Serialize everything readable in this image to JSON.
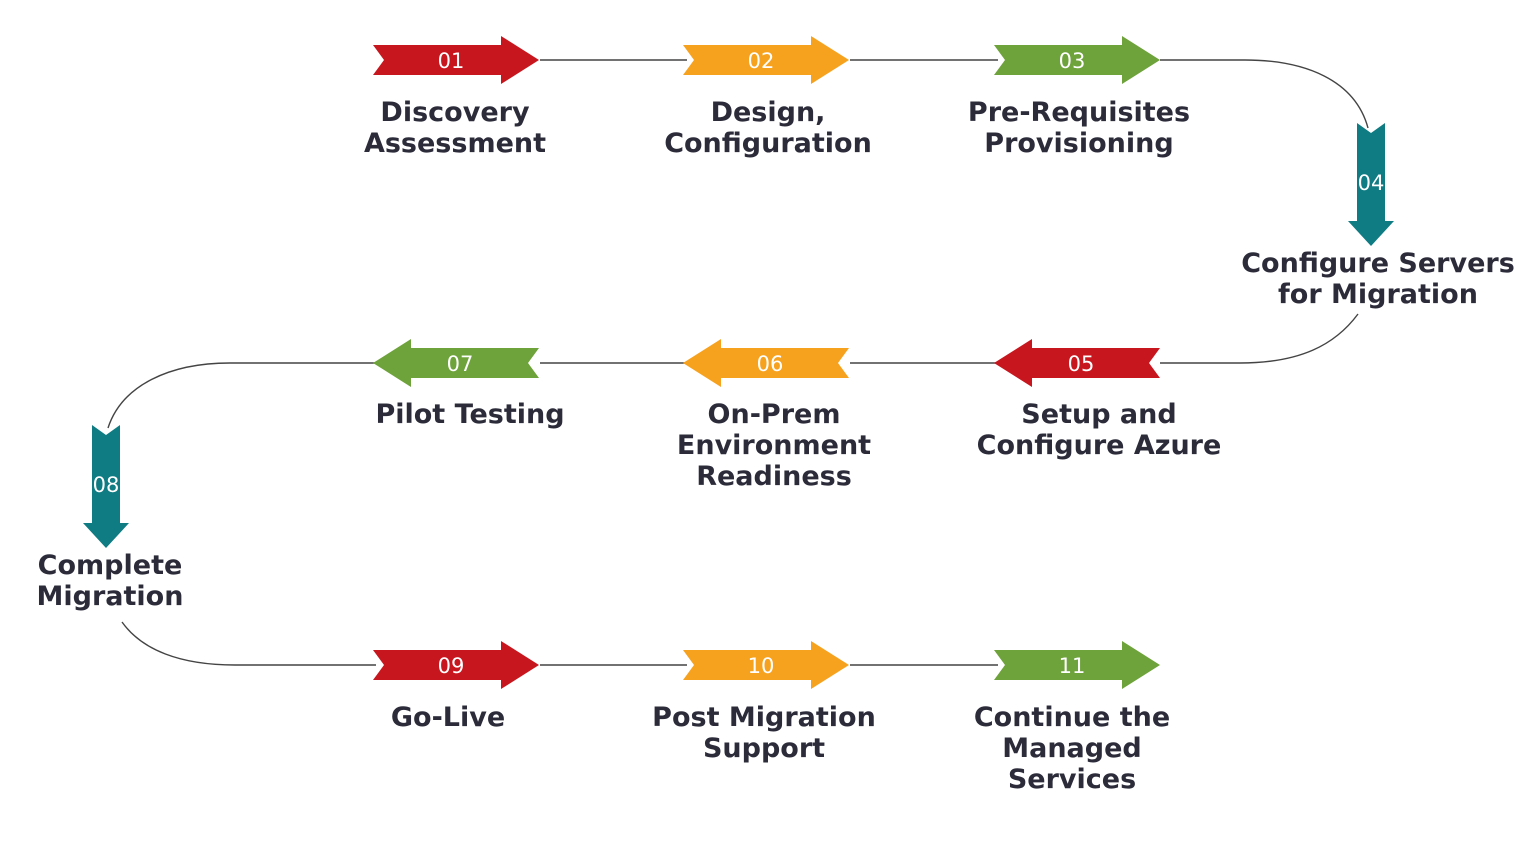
{
  "colors": {
    "red": "#c8161e",
    "orange": "#f7a21f",
    "green": "#6ea23a",
    "teal": "#0f7b82",
    "connector": "#444444",
    "label": "#2b2b3a"
  },
  "steps": [
    {
      "number": "01",
      "lines": [
        "Discovery",
        "Assessment"
      ],
      "color": "red",
      "direction": "right"
    },
    {
      "number": "02",
      "lines": [
        "Design,",
        "Configuration"
      ],
      "color": "orange",
      "direction": "right"
    },
    {
      "number": "03",
      "lines": [
        "Pre-Requisites",
        "Provisioning"
      ],
      "color": "green",
      "direction": "right"
    },
    {
      "number": "04",
      "lines": [
        "Configure Servers",
        "for Migration"
      ],
      "color": "teal",
      "direction": "down"
    },
    {
      "number": "05",
      "lines": [
        "Setup and",
        "Configure Azure"
      ],
      "color": "red",
      "direction": "left"
    },
    {
      "number": "06",
      "lines": [
        "On-Prem",
        "Environment",
        "Readiness"
      ],
      "color": "orange",
      "direction": "left"
    },
    {
      "number": "07",
      "lines": [
        "Pilot Testing"
      ],
      "color": "green",
      "direction": "left"
    },
    {
      "number": "08",
      "lines": [
        "Complete",
        "Migration"
      ],
      "color": "teal",
      "direction": "down"
    },
    {
      "number": "09",
      "lines": [
        "Go-Live"
      ],
      "color": "red",
      "direction": "right"
    },
    {
      "number": "10",
      "lines": [
        "Post Migration",
        "Support"
      ],
      "color": "orange",
      "direction": "right"
    },
    {
      "number": "11",
      "lines": [
        "Continue the",
        "Managed",
        "Services"
      ],
      "color": "green",
      "direction": "right"
    }
  ]
}
